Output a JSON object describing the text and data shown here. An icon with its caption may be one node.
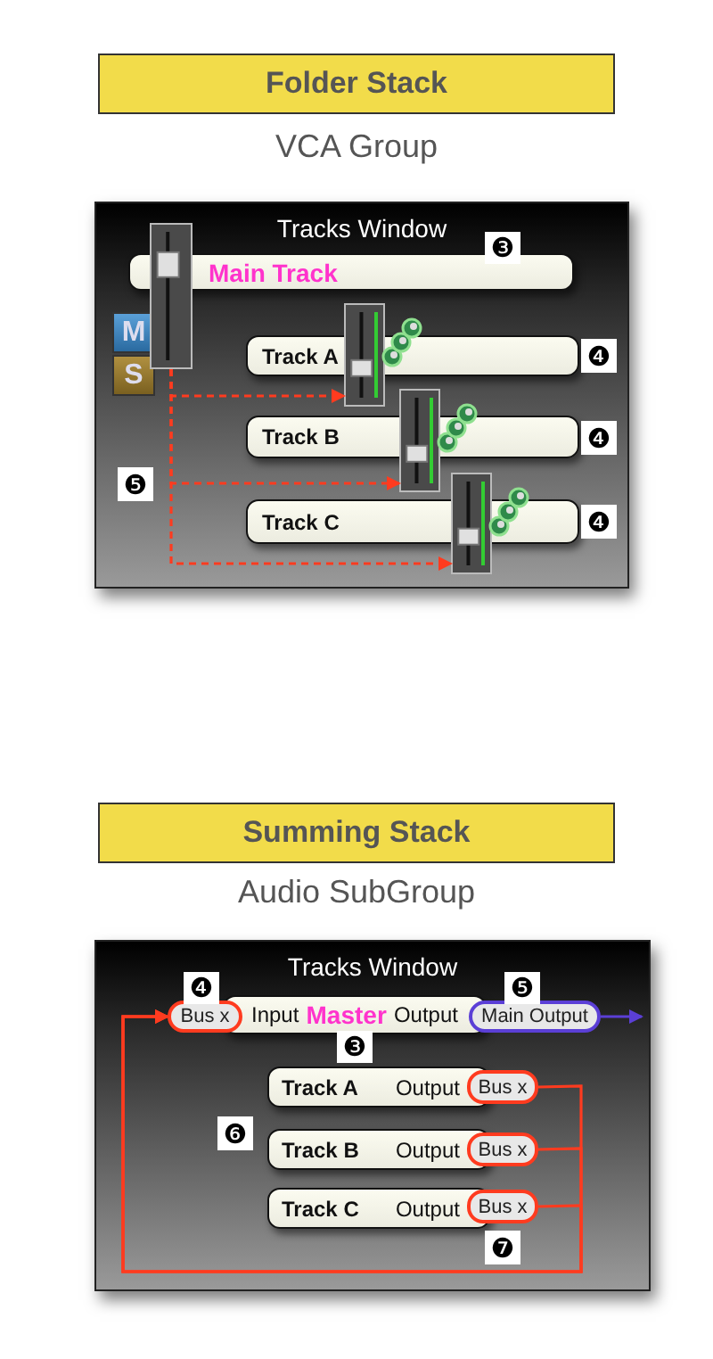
{
  "diagram": {
    "nodes": [
      {
        "text": [
          "Folder Stack"
        ]
      },
      {
        "text": [
          "Tracks Window"
        ]
      },
      {
        "text": [
          "Main Track"
        ],
        "in": 1
      },
      {
        "text": [
          "M"
        ],
        "in": 1
      },
      {
        "text": [
          "S"
        ],
        "in": 1
      },
      {
        "text": [
          "Track A"
        ],
        "in": 1
      },
      {
        "text": [
          "Track B"
        ],
        "in": 1
      },
      {
        "text": [
          "Track C"
        ],
        "in": 1
      },
      {
        "text": [],
        "shape": "fader",
        "in": 1
      },
      {
        "text": [],
        "shape": "fader",
        "in": 1
      },
      {
        "text": [],
        "shape": "fader",
        "in": 1
      },
      {
        "text": [],
        "shape": "fader",
        "in": 1
      },
      {
        "text": [
          "Summing Stack"
        ]
      },
      {
        "text": [
          "Tracks Window"
        ]
      },
      {
        "text": [
          "Input",
          "Master",
          "Output"
        ],
        "in": 13
      },
      {
        "text": [
          "Bus x"
        ],
        "in": 13
      },
      {
        "text": [
          "Main Output"
        ],
        "in": 13
      },
      {
        "text": [
          "Track A",
          "Output"
        ],
        "in": 13
      },
      {
        "text": [
          "Bus x"
        ],
        "in": 13
      },
      {
        "text": [
          "Track B",
          "Output"
        ],
        "in": 13
      },
      {
        "text": [
          "Bus x"
        ],
        "in": 13
      },
      {
        "text": [
          "Track C",
          "Output"
        ],
        "in": 13
      },
      {
        "text": [
          "Bus x"
        ],
        "in": 13
      }
    ],
    "edges": [
      {
        "from": 8,
        "to": 9,
        "arrow": "to",
        "style": "dashed",
        "color": "#ff3b1f"
      },
      {
        "from": 8,
        "to": 10,
        "arrow": "to",
        "style": "dashed",
        "color": "#ff3b1f"
      },
      {
        "from": 8,
        "to": 11,
        "arrow": "to",
        "style": "dashed",
        "color": "#ff3b1f"
      },
      {
        "from": 18,
        "to": 15,
        "arrow": "to",
        "color": "#ff3b1f"
      },
      {
        "from": 20,
        "to": 15,
        "arrow": "to",
        "color": "#ff3b1f"
      },
      {
        "from": 22,
        "to": 15,
        "arrow": "to",
        "color": "#ff3b1f"
      },
      {
        "from": 16,
        "to": null,
        "arrow": "to",
        "color": "#5b3fd6"
      }
    ],
    "labels": [
      "VCA Group",
      "❸",
      "❹",
      "❹",
      "❹",
      "❺",
      "Audio SubGroup",
      "❹",
      "❺",
      "❸",
      "❻",
      "❼"
    ]
  }
}
